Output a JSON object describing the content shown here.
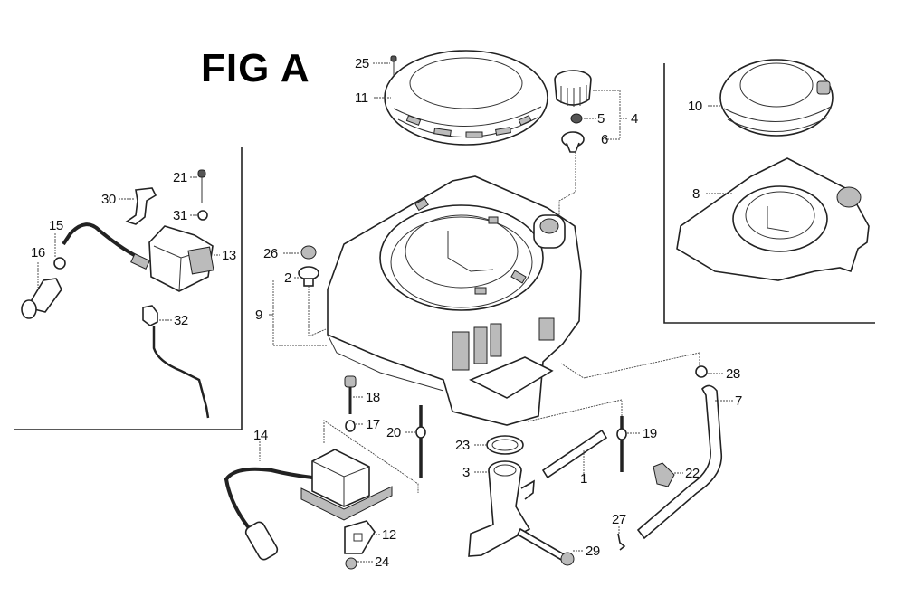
{
  "figure": {
    "title": "FIG A",
    "type": "exploded-parts-diagram"
  },
  "callouts": [
    {
      "id": "c1",
      "number": "1",
      "part": "breather-tube"
    },
    {
      "id": "c2",
      "number": "2",
      "part": "grommet"
    },
    {
      "id": "c3",
      "number": "3",
      "part": "oil-filler-neck"
    },
    {
      "id": "c4",
      "number": "4",
      "part": "oil-cap-assembly"
    },
    {
      "id": "c5",
      "number": "5",
      "part": "o-ring"
    },
    {
      "id": "c6",
      "number": "6",
      "part": "dipstick"
    },
    {
      "id": "c7",
      "number": "7",
      "part": "fuel-tube"
    },
    {
      "id": "c8",
      "number": "8",
      "part": "fan-cover"
    },
    {
      "id": "c9",
      "number": "9",
      "part": "fan-cover-assembly"
    },
    {
      "id": "c10",
      "number": "10",
      "part": "recoil-cover"
    },
    {
      "id": "c11",
      "number": "11",
      "part": "recoil-starter-cover"
    },
    {
      "id": "c12",
      "number": "12",
      "part": "bracket"
    },
    {
      "id": "c13",
      "number": "13",
      "part": "ignition-coil"
    },
    {
      "id": "c14",
      "number": "14",
      "part": "ignition-coil-with-lead"
    },
    {
      "id": "c15",
      "number": "15",
      "part": "nut"
    },
    {
      "id": "c16",
      "number": "16",
      "part": "spark-plug-cap"
    },
    {
      "id": "c17",
      "number": "17",
      "part": "washer"
    },
    {
      "id": "c18",
      "number": "18",
      "part": "flange-bolt"
    },
    {
      "id": "c19",
      "number": "19",
      "part": "stud-bolt"
    },
    {
      "id": "c20",
      "number": "20",
      "part": "stud-bolt"
    },
    {
      "id": "c21",
      "number": "21",
      "part": "screw"
    },
    {
      "id": "c22",
      "number": "22",
      "part": "clip"
    },
    {
      "id": "c23",
      "number": "23",
      "part": "gasket"
    },
    {
      "id": "c24",
      "number": "24",
      "part": "nut"
    },
    {
      "id": "c25",
      "number": "25",
      "part": "screw"
    },
    {
      "id": "c26",
      "number": "26",
      "part": "nut"
    },
    {
      "id": "c27",
      "number": "27",
      "part": "clip"
    },
    {
      "id": "c28",
      "number": "28",
      "part": "clamp"
    },
    {
      "id": "c29",
      "number": "29",
      "part": "bolt"
    },
    {
      "id": "c30",
      "number": "30",
      "part": "bracket"
    },
    {
      "id": "c31",
      "number": "31",
      "part": "washer"
    },
    {
      "id": "c32",
      "number": "32",
      "part": "stop-switch-lead"
    }
  ],
  "insets": [
    {
      "id": "left-inset",
      "contains": [
        "13",
        "15",
        "16",
        "21",
        "30",
        "31",
        "32"
      ]
    },
    {
      "id": "right-inset",
      "contains": [
        "8",
        "10"
      ]
    }
  ],
  "colors": {
    "background": "#ffffff",
    "ink": "#222222"
  }
}
